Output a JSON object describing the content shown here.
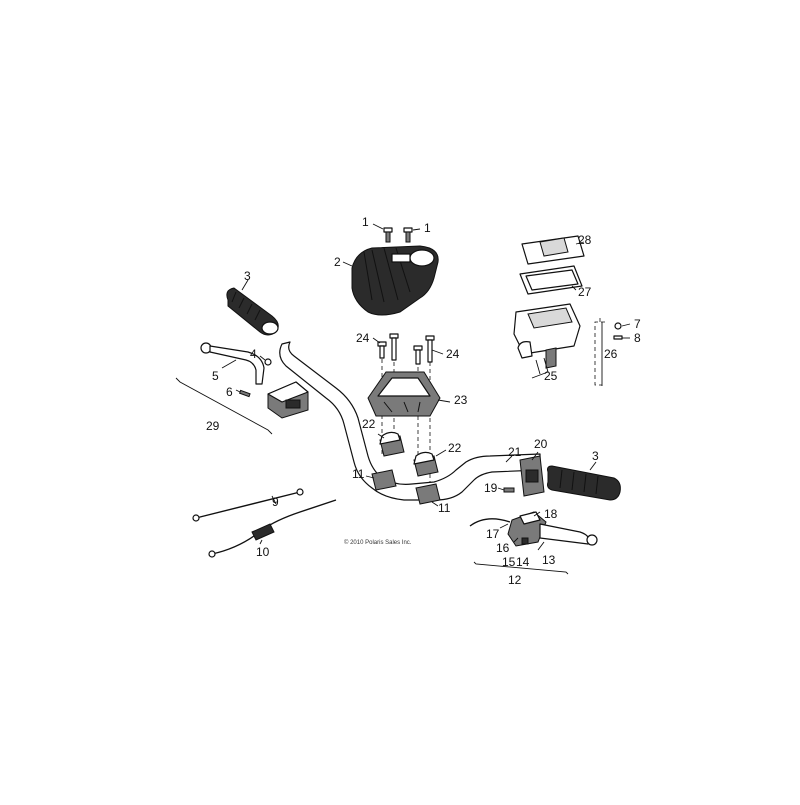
{
  "diagram": {
    "copyright": "© 2010 Polaris Sales Inc.",
    "callouts": [
      "1",
      "1",
      "2",
      "3",
      "4",
      "5",
      "6",
      "29",
      "24",
      "24",
      "23",
      "22",
      "22",
      "11",
      "11",
      "28",
      "27",
      "7",
      "8",
      "26",
      "25",
      "21",
      "20",
      "3",
      "19",
      "18",
      "17",
      "16",
      "15",
      "14",
      "13",
      "12",
      "9",
      "10"
    ]
  }
}
